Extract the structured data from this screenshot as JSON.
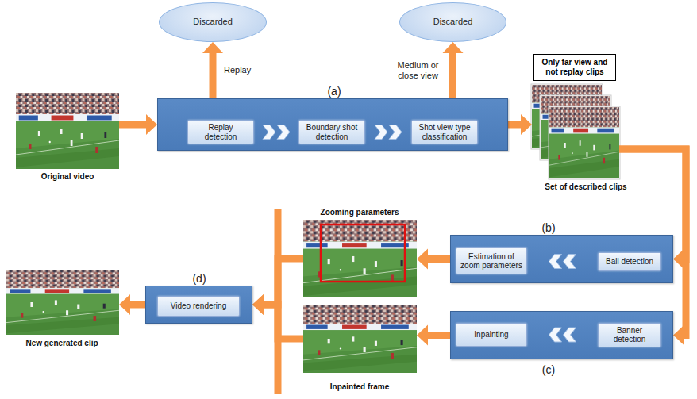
{
  "diagram": {
    "nodes": [
      {
        "text": [
          "Discarded"
        ]
      },
      {
        "text": [
          "Discarded"
        ]
      },
      {
        "text": [
          "Only far view and not replay clips"
        ]
      },
      {
        "text": [
          "Original video"
        ]
      },
      {
        "text": [
          "(a)"
        ]
      },
      {
        "text": [
          "Replay detection"
        ],
        "in": 4
      },
      {
        "text": [
          "Boundary shot detection"
        ],
        "in": 4
      },
      {
        "text": [
          "Shot view type classification"
        ],
        "in": 4
      },
      {
        "text": [
          "Set of described clips"
        ]
      },
      {
        "text": [
          "Zooming parameters"
        ]
      },
      {
        "text": [
          "(d)"
        ]
      },
      {
        "text": [
          "Video rendering"
        ],
        "in": 10
      },
      {
        "text": [
          "(b)"
        ]
      },
      {
        "text": [
          "Estimation of zoom parameters"
        ],
        "in": 12
      },
      {
        "text": [
          "Ball detection"
        ],
        "in": 12
      },
      {
        "text": [
          "New generated clip"
        ]
      },
      {
        "text": [
          "Inpainted frame"
        ]
      },
      {
        "text": [
          "(c)"
        ]
      },
      {
        "text": [
          "Inpainting"
        ],
        "in": 17
      },
      {
        "text": [
          "Banner detection"
        ],
        "in": 17
      }
    ],
    "edges": [
      {
        "from": 5,
        "to": 0,
        "arrow": "to",
        "label": "Replay"
      },
      {
        "from": 7,
        "to": 1,
        "arrow": "to",
        "label": "Medium or close view"
      },
      {
        "from": 5,
        "to": 6,
        "arrow": "to"
      },
      {
        "from": 6,
        "to": 7,
        "arrow": "to"
      },
      {
        "from": 3,
        "to": 4,
        "arrow": "to"
      },
      {
        "from": 4,
        "to": 8,
        "arrow": "to"
      },
      {
        "from": 8,
        "to": 12,
        "arrow": "to"
      },
      {
        "from": 8,
        "to": 17,
        "arrow": "to"
      },
      {
        "from": 14,
        "to": 13,
        "arrow": "to"
      },
      {
        "from": 19,
        "to": 18,
        "arrow": "to"
      },
      {
        "from": 12,
        "to": 9,
        "arrow": "to"
      },
      {
        "from": 17,
        "to": 16,
        "arrow": "to"
      },
      {
        "from": 9,
        "to": 10,
        "arrow": "to"
      },
      {
        "from": 16,
        "to": 10,
        "arrow": "to"
      },
      {
        "from": 10,
        "to": 15,
        "arrow": "to"
      }
    ]
  }
}
